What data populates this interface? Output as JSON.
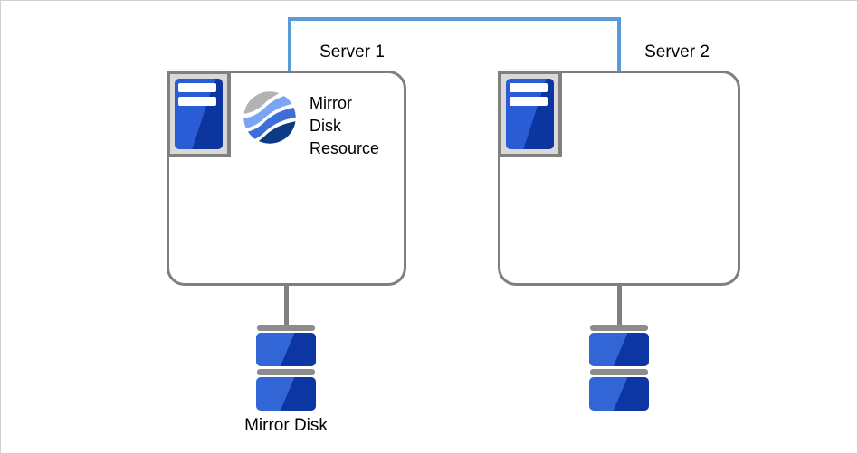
{
  "diagram": {
    "type": "cluster-mirror-disk-architecture"
  },
  "servers": [
    {
      "label": "Server 1"
    },
    {
      "label": "Server 2"
    }
  ],
  "mirror_disk_resource": {
    "label": "Mirror\nDisk\nResource"
  },
  "mirror_disk": {
    "label": "Mirror Disk"
  },
  "colors": {
    "interconnect_blue": "#5b9bd5",
    "outline_gray": "#7f7f7f",
    "stem_gray": "#808080",
    "server_plate_fill": "#d9d9d9",
    "tower_blue_light": "#2a5cd5",
    "tower_blue_dark": "#0c35a0",
    "disk_blue_light": "#3266d6",
    "disk_blue_dark": "#0b36a4",
    "disk_bar_gray": "#8c8c8c",
    "sphere_gray": "#b3b3b3",
    "sphere_blue_light": "#7aa4f4",
    "sphere_blue_mid": "#3e6fd9",
    "sphere_blue_dark": "#0d3a87"
  }
}
